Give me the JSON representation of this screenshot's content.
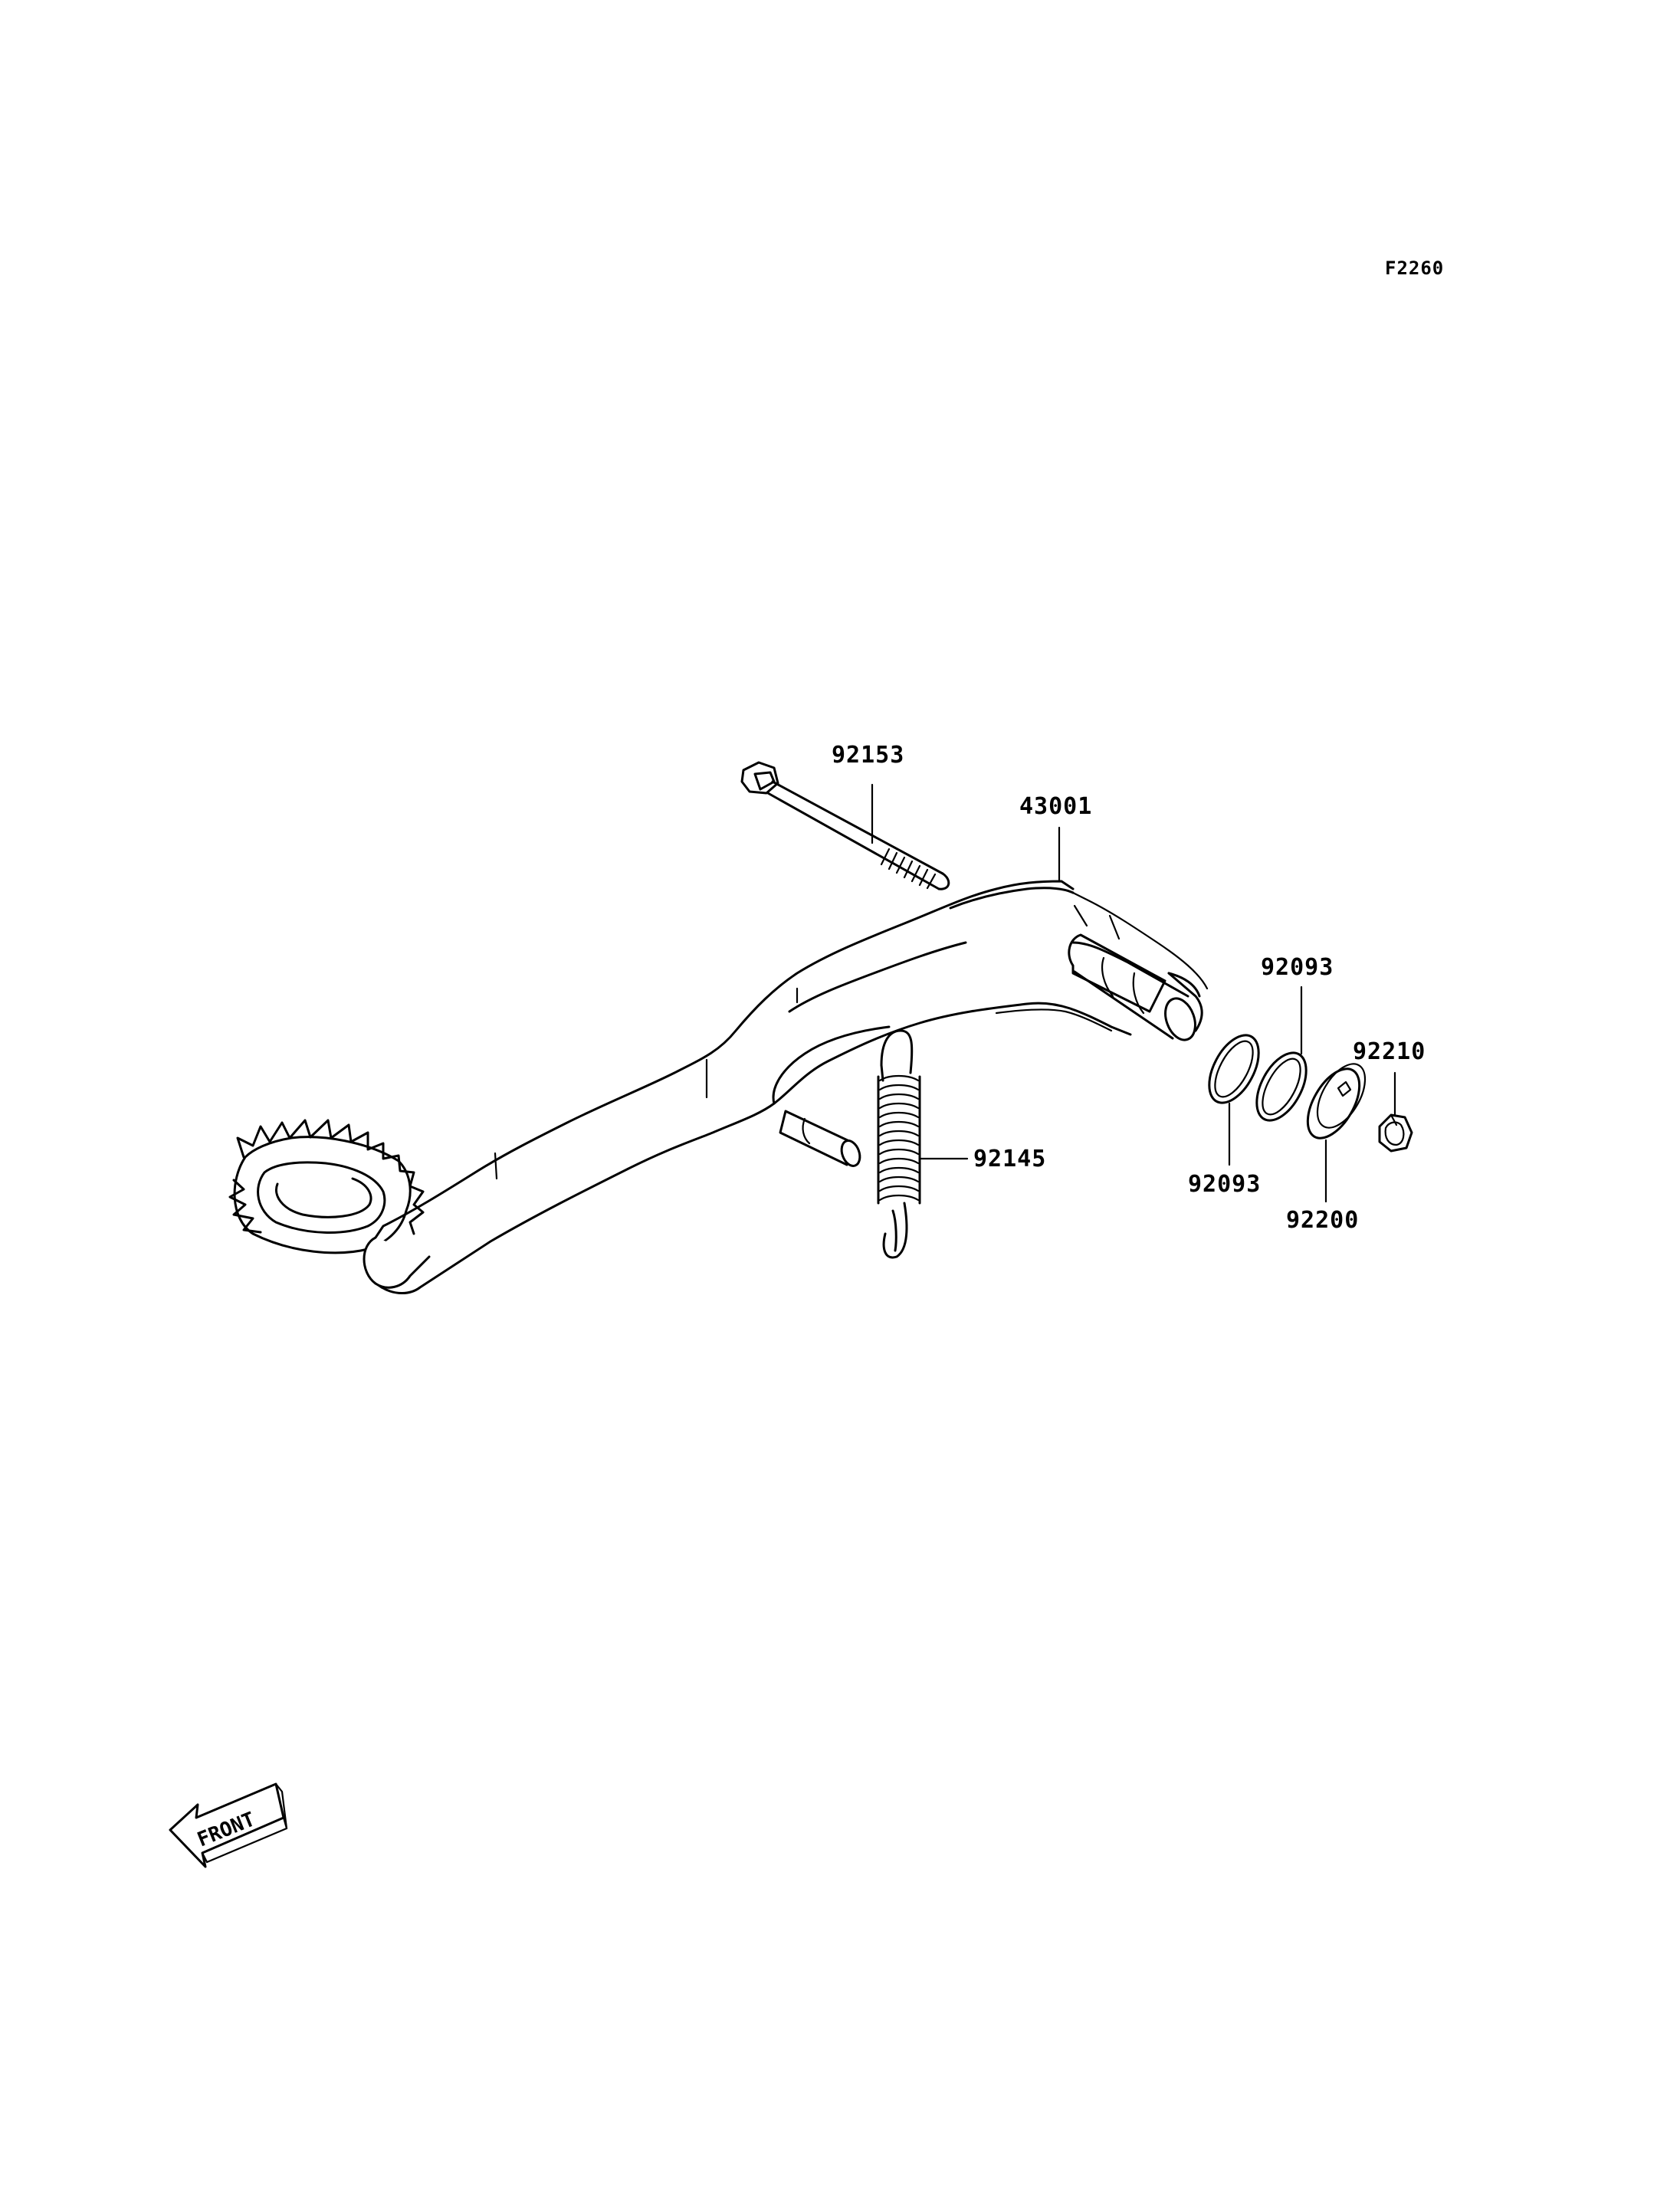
{
  "figure_code": "F2260",
  "callouts": [
    {
      "id": "92153"
    },
    {
      "id": "43001"
    },
    {
      "id": "92093"
    },
    {
      "id": "92210"
    },
    {
      "id": "92145"
    },
    {
      "id": "92093"
    },
    {
      "id": "92200"
    }
  ],
  "front_marker": {
    "text": "FRONT"
  }
}
